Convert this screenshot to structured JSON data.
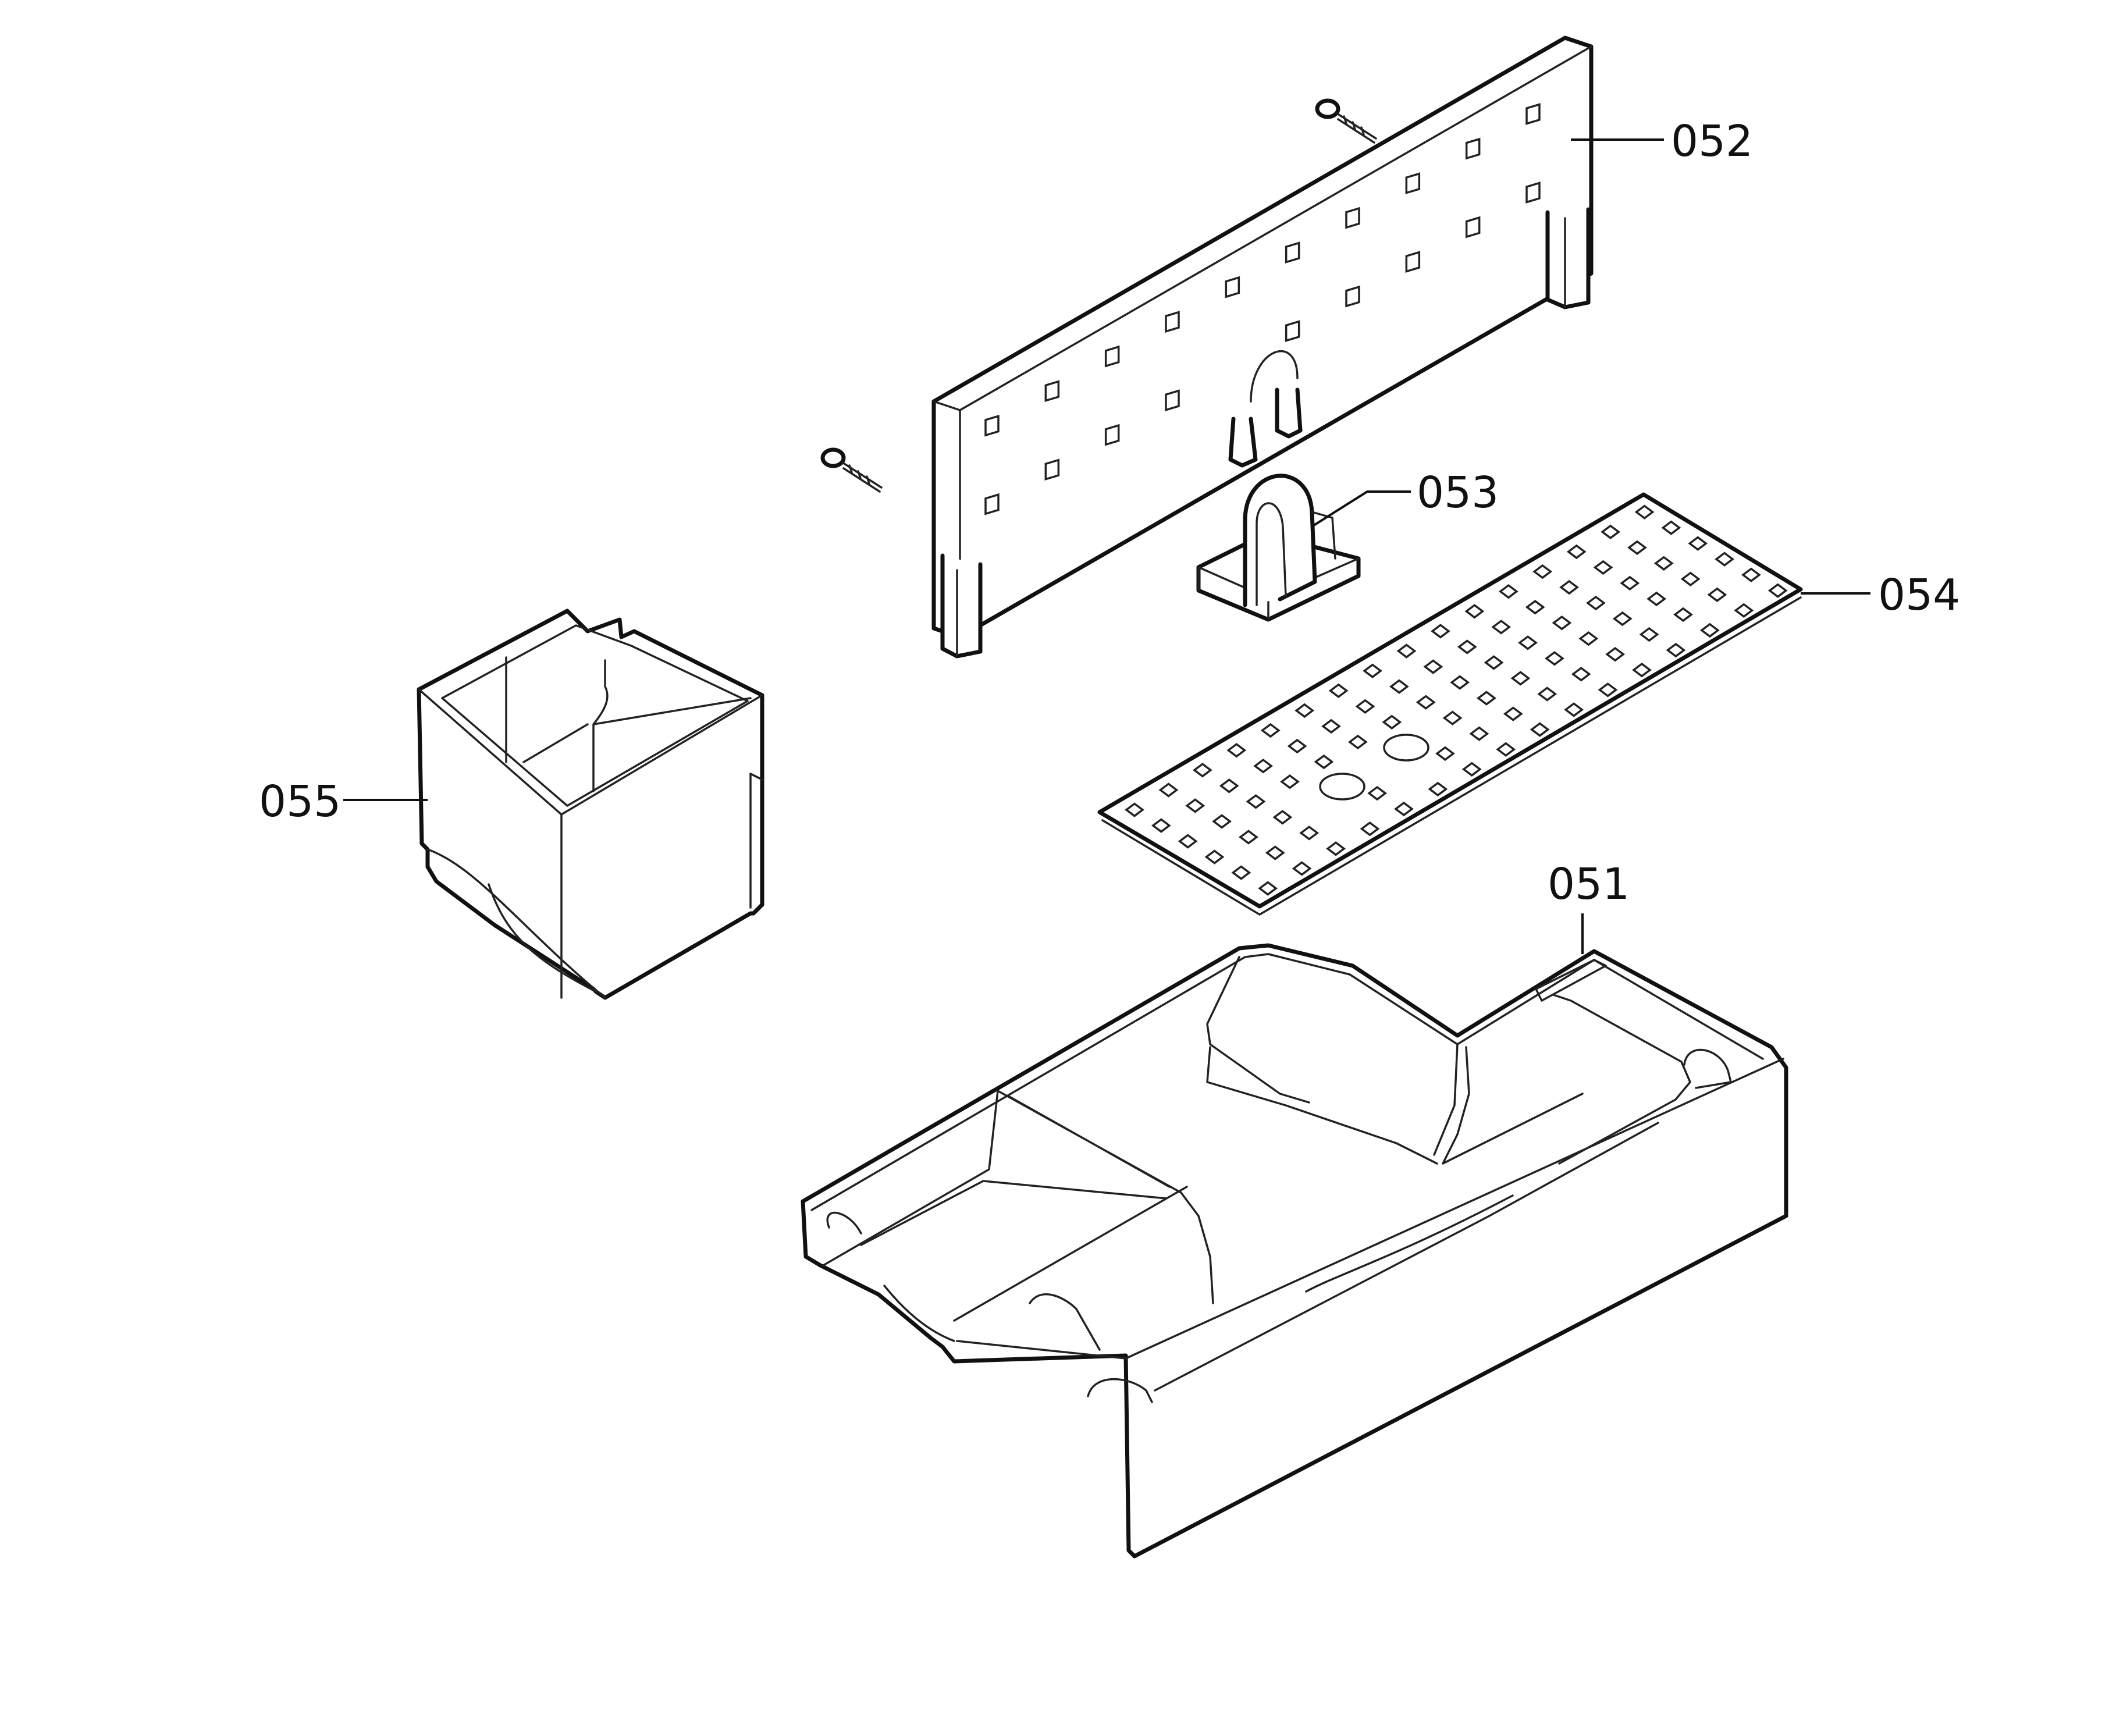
{
  "parts": [
    {
      "id": "051",
      "label": "051"
    },
    {
      "id": "052",
      "label": "052"
    },
    {
      "id": "053",
      "label": "053"
    },
    {
      "id": "054",
      "label": "054"
    },
    {
      "id": "055",
      "label": "055"
    }
  ]
}
